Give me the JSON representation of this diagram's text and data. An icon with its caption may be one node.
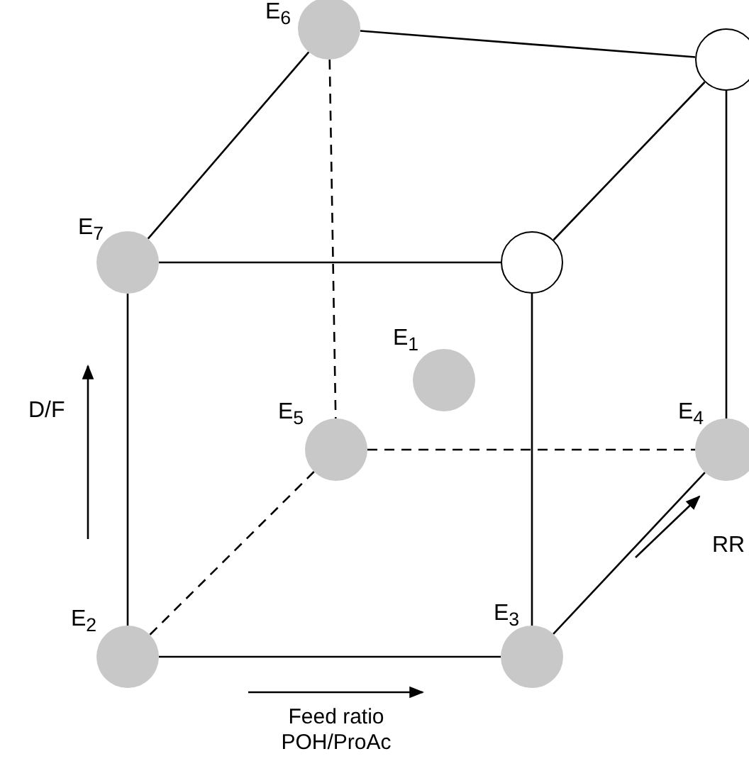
{
  "diagram": {
    "nodes": [
      {
        "text": [],
        "shape": "circle",
        "beside": [
          "E$_{6}$"
        ]
      },
      {
        "text": [],
        "shape": "circle"
      },
      {
        "text": [],
        "shape": "circle",
        "beside": [
          "E$_{7}$"
        ]
      },
      {
        "text": [],
        "shape": "circle"
      },
      {
        "text": [],
        "shape": "circle",
        "beside": [
          "E$_{1}$"
        ]
      },
      {
        "text": [],
        "shape": "circle",
        "beside": [
          "E$_{5}$"
        ]
      },
      {
        "text": [],
        "shape": "circle",
        "beside": [
          "E$_{4}$"
        ]
      },
      {
        "text": [],
        "shape": "circle",
        "beside": [
          "E$_{2}$"
        ]
      },
      {
        "text": [],
        "shape": "circle",
        "beside": [
          "E$_{3}$"
        ]
      }
    ],
    "edges": [
      {
        "from": 0,
        "to": 1,
        "arrow": "none"
      },
      {
        "from": 0,
        "to": 2,
        "arrow": "none"
      },
      {
        "from": 0,
        "to": 5,
        "arrow": "none",
        "style": "dashed"
      },
      {
        "from": 1,
        "to": 3,
        "arrow": "none"
      },
      {
        "from": 1,
        "to": 6,
        "arrow": "none"
      },
      {
        "from": 2,
        "to": 3,
        "arrow": "none"
      },
      {
        "from": 2,
        "to": 7,
        "arrow": "none"
      },
      {
        "from": 3,
        "to": 8,
        "arrow": "none"
      },
      {
        "from": 5,
        "to": 6,
        "arrow": "none",
        "style": "dashed"
      },
      {
        "from": 5,
        "to": 7,
        "arrow": "none",
        "style": "dashed"
      },
      {
        "from": 6,
        "to": 8,
        "arrow": "none"
      },
      {
        "from": 7,
        "to": 8,
        "arrow": "none"
      }
    ],
    "labels": [
      "D/F",
      "RR",
      "Feed ratio POH/ProAc"
    ]
  }
}
